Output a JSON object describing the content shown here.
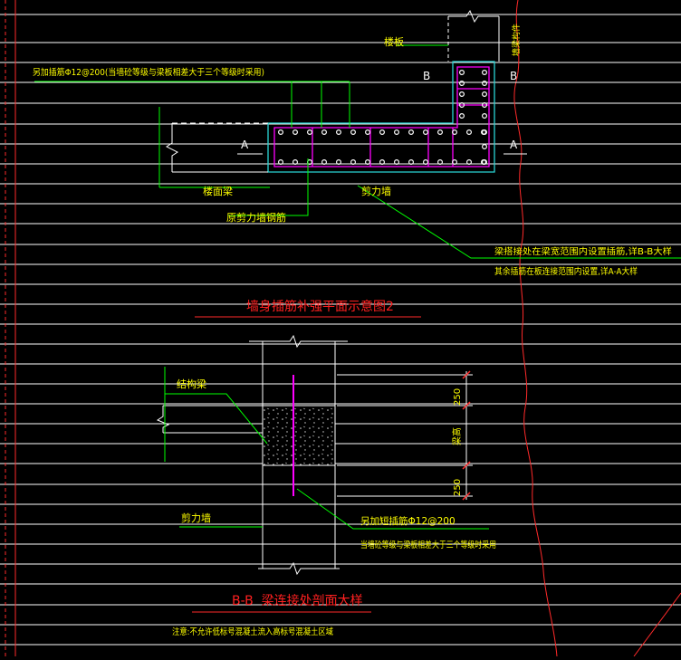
{
  "colors": {
    "background": "#000000",
    "grid_line": "#ffffff",
    "frame_red": "#ff2a2a",
    "wall_cyan": "#2ad4d4",
    "rebar_magenta": "#ff00ff",
    "leader_green": "#00ff00",
    "label_yellow": "#ffff00",
    "title_red": "#ff2020",
    "white": "#ffffff"
  },
  "top_plan": {
    "label_top_slab": "楼板",
    "label_right_vertical": "墙梁构件",
    "label_extra_bars": "另加插筋Φ12@200(当墙砼等级与梁板相差大于三个等级时采用)",
    "section_mark_b_left": "B",
    "section_mark_b_right": "B",
    "section_mark_a_left": "A",
    "section_mark_a_right": "A",
    "label_floor_beam": "楼面梁",
    "label_shear_wall": "剪力墙",
    "label_original_rebar": "原剪力墙钢筋",
    "note_line1": "梁搭接处在梁宽范围内设置插筋,详B-B大样",
    "note_line2": "其余插筋在板连接范围内设置,详A-A大样",
    "title": "墙身插筋补强平面示意图2"
  },
  "section_bb": {
    "label_beam": "结构梁",
    "dim_top": "250",
    "dim_bottom": "250",
    "dim_mid": "梁高",
    "label_shear_wall": "剪力墙",
    "label_bars_line1": "另加短插筋Φ12@200",
    "label_bars_line2": "当墙砼等级与梁板相差大于三个等级时采用",
    "title": "B-B  梁连接处剖面大样",
    "note": "注意:不允许低标号混凝土流入高标号混凝土区域"
  }
}
